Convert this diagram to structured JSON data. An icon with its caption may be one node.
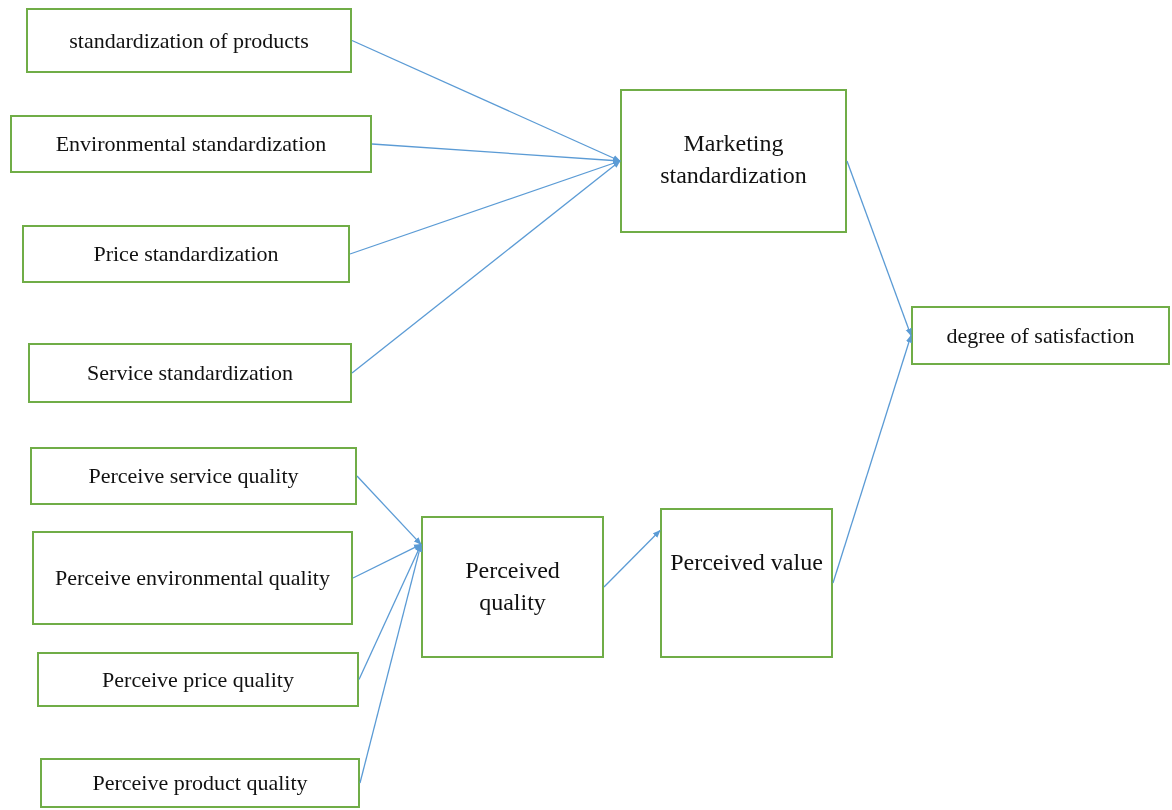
{
  "diagram": {
    "nodes": [
      {
        "text": [
          "standardization of products"
        ]
      },
      {
        "text": [
          "Environmental standardization"
        ]
      },
      {
        "text": [
          "Price standardization"
        ]
      },
      {
        "text": [
          "Service standardization"
        ]
      },
      {
        "text": [
          "Marketing standardization"
        ]
      },
      {
        "text": [
          "degree of satisfaction"
        ]
      },
      {
        "text": [
          "Perceive service quality"
        ]
      },
      {
        "text": [
          "Perceive environmental quality"
        ]
      },
      {
        "text": [
          "Perceive price quality"
        ]
      },
      {
        "text": [
          "Perceive product quality"
        ]
      },
      {
        "text": [
          "Perceived quality"
        ]
      },
      {
        "text": [
          "Perceived value"
        ]
      }
    ],
    "edges": [
      {
        "from": 0,
        "to": 4,
        "arrow": "to"
      },
      {
        "from": 1,
        "to": 4,
        "arrow": "to"
      },
      {
        "from": 2,
        "to": 4,
        "arrow": "to"
      },
      {
        "from": 3,
        "to": 4,
        "arrow": "to"
      },
      {
        "from": 4,
        "to": 5,
        "arrow": "to"
      },
      {
        "from": 6,
        "to": 10,
        "arrow": "to"
      },
      {
        "from": 7,
        "to": 10,
        "arrow": "to"
      },
      {
        "from": 8,
        "to": 10,
        "arrow": "to"
      },
      {
        "from": 9,
        "to": 10,
        "arrow": "to"
      },
      {
        "from": 10,
        "to": 11,
        "arrow": "to"
      },
      {
        "from": 11,
        "to": 5,
        "arrow": "to"
      }
    ]
  }
}
